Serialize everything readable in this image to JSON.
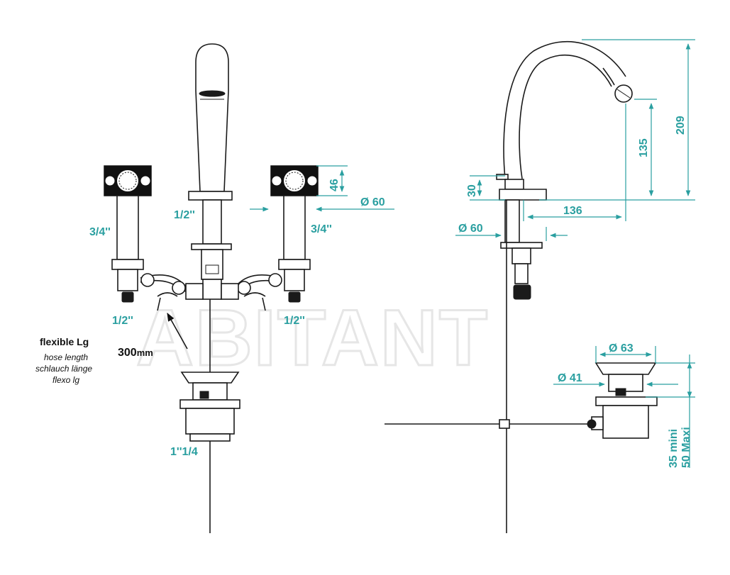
{
  "watermark": "ABITANT",
  "front_view": {
    "spout_inlet": "1/2''",
    "left_valve_inlet": "3/4''",
    "right_valve_inlet": "3/4''",
    "left_outlet": "1/2''",
    "right_outlet": "1/2''",
    "handle_height": "46",
    "handle_diameter": "Ø 60",
    "waste_thread": "1''1/4"
  },
  "hose_note": {
    "title": "flexible Lg",
    "lines": [
      "hose length",
      "schlauch länge",
      "flexo lg"
    ],
    "length_value": "300",
    "length_unit": "mm"
  },
  "side_view": {
    "spout_height_total": "209",
    "spout_outlet_height": "135",
    "base_height": "30",
    "spout_reach": "136",
    "base_diameter": "Ø 60"
  },
  "waste_view": {
    "top_diameter": "Ø 63",
    "body_diameter": "Ø 41",
    "height_min": "35 mini",
    "height_max": "50 Maxi"
  }
}
